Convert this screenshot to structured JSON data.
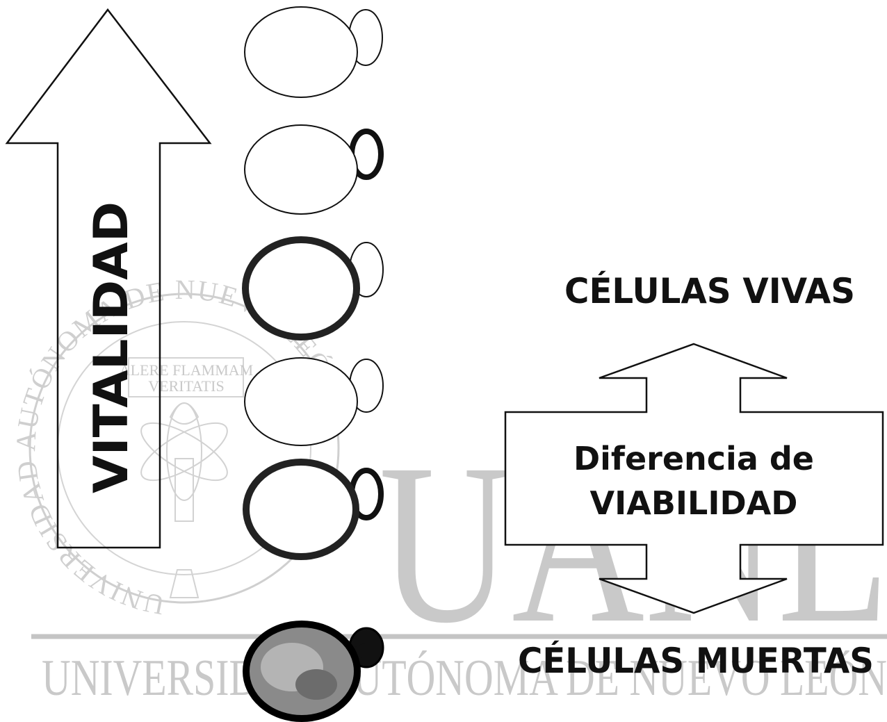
{
  "watermark": {
    "letters": "UANL",
    "bottom_text": "UNIVERSIDAD AUTÓNOMA DE NUEVO LEÓN",
    "seal_ring_text": "UNIVERSIDAD AUTÓNOMA DE NUEVO LEÓN",
    "seal_motto_line1": "ALERE FLAMMAM",
    "seal_motto_line2": "VERITATIS"
  },
  "vitality_arrow": {
    "label": "VITALIDAD"
  },
  "viability": {
    "top_label": "CÉLULAS VIVAS",
    "bottom_label": "CÉLULAS MUERTAS",
    "box_line1": "Diferencia de",
    "box_line2": "VIABILIDAD"
  },
  "cells": [
    {
      "body": "clear",
      "bud": "clear"
    },
    {
      "body": "clear",
      "bud": "stained"
    },
    {
      "body": "stained-rim",
      "bud": "clear"
    },
    {
      "body": "clear",
      "bud": "clear"
    },
    {
      "body": "stained-rim",
      "bud": "stained"
    },
    {
      "body": "stained-full",
      "bud": "stained-full"
    }
  ]
}
